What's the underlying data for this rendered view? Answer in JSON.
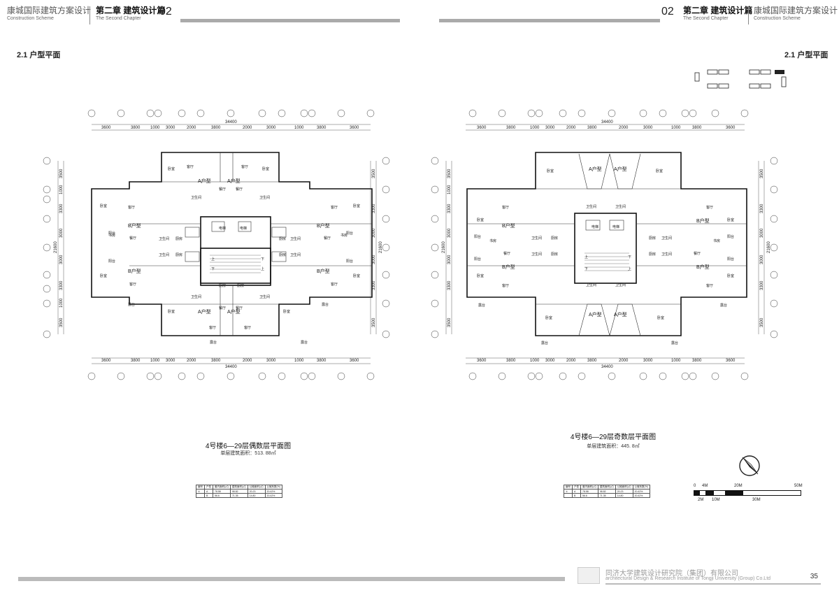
{
  "header": {
    "left_company_cn": "康城国际建筑方案设计",
    "left_company_en": "Construction Scheme",
    "left_chapter_cn": "第二章 建筑设计篇",
    "left_chapter_en": "The Second Chapter",
    "left_num": "02",
    "right_num": "02",
    "right_chapter_cn": "第二章 建筑设计篇",
    "right_chapter_en": "The Second Chapter",
    "right_company_cn": "康城国际建筑方案设计",
    "right_company_en": "Construction Scheme"
  },
  "section": {
    "left_title": "2.1 户型平面",
    "right_title": "2.1 户型平面"
  },
  "plans": {
    "left": {
      "title": "4号楼6—29层偶数层平面图",
      "area": "单层建筑面积：513. 88㎡"
    },
    "right": {
      "title": "4号楼6—29层奇数层平面图",
      "area": "单层建筑面积：445. 8㎡"
    }
  },
  "dims": {
    "total": "34400",
    "top": [
      "3600",
      "3800",
      "1000",
      "3000",
      "2000",
      "3800",
      "2000",
      "3000",
      "1000",
      "3800",
      "3600"
    ],
    "side": [
      "3500",
      "1000",
      "3300",
      "3000",
      "3000",
      "3300",
      "1000",
      "3500"
    ],
    "side_total": "21600"
  },
  "rooms": {
    "a_unit": "A户型",
    "b_unit": "B户型",
    "bedroom": "卧室",
    "living": "客厅",
    "dining": "餐厅",
    "kitchen": "厨房",
    "bath": "卫生间",
    "study": "书房",
    "balcony": "阳台",
    "terrace": "露台",
    "elevator": "电梯",
    "up": "上",
    "down": "下"
  },
  "table": {
    "headers": [
      "编号",
      "户型",
      "套内面积(㎡)",
      "建筑面积(㎡)",
      "公摊面积(㎡)",
      "公摊系数(%)"
    ],
    "rows": [
      [
        "①",
        "A",
        "78.58",
        "98.82",
        "20.23",
        "20.42%"
      ],
      [
        "",
        "B",
        "56.6",
        "71.35",
        "14.80",
        "20.42%"
      ]
    ]
  },
  "scale_bar": {
    "labels_top": [
      "0",
      "4M",
      "20M",
      "50M"
    ],
    "labels_bottom": [
      "2M",
      "10M",
      "30M"
    ]
  },
  "footer": {
    "institute_cn": "同济大学建筑设计研究院（集团）有限公司",
    "institute_en": "architectural Design & Research Institute of Tongji University (Group) Co.Ltd",
    "page": "35"
  }
}
